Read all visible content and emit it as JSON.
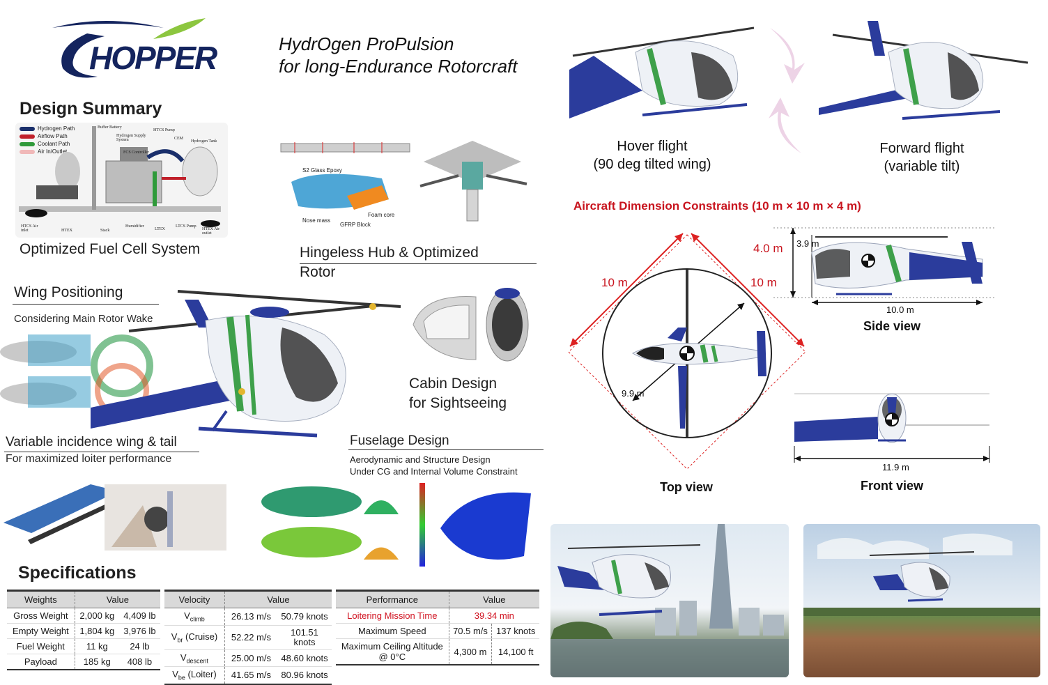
{
  "brand": {
    "logo_text": "HOPPER"
  },
  "header": {
    "title_line1": "HydrOgen ProPulsion",
    "title_line2": "for long-Endurance Rotorcraft"
  },
  "sections": {
    "design_summary": "Design Summary",
    "fuel_cell": "Optimized Fuel Cell System",
    "hub_line1": "Hingeless Hub & Optimized",
    "hub_line2": "Rotor",
    "wing_pos": "Wing Positioning",
    "wing_pos_sub": "Considering Main Rotor Wake",
    "cabin_line1": "Cabin Design",
    "cabin_line2": "for Sightseeing",
    "variable_wing": "Variable incidence wing & tail",
    "variable_wing_sub": "For maximized loiter performance",
    "fuselage": "Fuselage Design",
    "fuselage_sub1": "Aerodynamic and Structure Design",
    "fuselage_sub2": "Under CG and Internal Volume Constraint",
    "specifications": "Specifications"
  },
  "fuel_cell_legend": [
    "Hydrogen Path",
    "Airflow Path",
    "Coolant Path",
    "Air In/Outlet"
  ],
  "fuel_cell_legend_colors": [
    "#1a2f6b",
    "#c0202a",
    "#2f9a3a",
    "#f0b8b8"
  ],
  "fuel_cell_parts": [
    "Buffer Battery",
    "Hydrogen Supply System",
    "FCS Controller",
    "HTCS Pump",
    "CEM",
    "Hydrogen Tank",
    "Humidifier",
    "Stack",
    "HTEX",
    "LTEX",
    "LTCS Pump",
    "HTCS Air inlet",
    "HTEX Air outlet"
  ],
  "rotor_labels": [
    "S2 Glass Epoxy",
    "Foam core",
    "GFRP Block",
    "Nose mass"
  ],
  "flight_modes": {
    "hover_line1": "Hover flight",
    "hover_line2": "(90 deg tilted wing)",
    "forward_line1": "Forward flight",
    "forward_line2": "(variable tilt)"
  },
  "dimensions": {
    "title": "Aircraft Dimension Constraints (10 m × 10 m × 4 m)",
    "top_left": "10 m",
    "top_right": "10 m",
    "rotor_dia": "9.9 m",
    "height": "4.0 m",
    "side_height": "3.9 m",
    "side_length": "10.0 m",
    "front_span": "11.9 m",
    "top_view": "Top view",
    "side_view": "Side view",
    "front_view": "Front view"
  },
  "weights_table": {
    "headers": [
      "Weights",
      "Value"
    ],
    "rows": [
      [
        "Gross Weight",
        "2,000 kg",
        "4,409 lb"
      ],
      [
        "Empty Weight",
        "1,804 kg",
        "3,976 lb"
      ],
      [
        "Fuel Weight",
        "11 kg",
        "24 lb"
      ],
      [
        "Payload",
        "185 kg",
        "408 lb"
      ]
    ]
  },
  "velocity_table": {
    "headers": [
      "Velocity",
      "Value"
    ],
    "rows": [
      [
        "V",
        "climb",
        "",
        "26.13 m/s",
        "50.79 knots"
      ],
      [
        "V",
        "br",
        " (Cruise)",
        "52.22 m/s",
        "101.51 knots"
      ],
      [
        "V",
        "descent",
        "",
        "25.00 m/s",
        "48.60 knots"
      ],
      [
        "V",
        "be",
        " (Loiter)",
        "41.65 m/s",
        "80.96 knots"
      ]
    ]
  },
  "performance_table": {
    "headers": [
      "Performance",
      "Value"
    ],
    "loiter": [
      "Loitering Mission Time",
      "39.34 min"
    ],
    "max_speed": [
      "Maximum Speed",
      "70.5 m/s",
      "137 knots"
    ],
    "ceiling_line1": "Maximum Ceiling Altitude",
    "ceiling_line2": "@ 0°C",
    "ceiling_values": [
      "4,300 m",
      "14,100 ft"
    ]
  },
  "colors": {
    "accent_red": "#c8141e",
    "body_blue": "#2b3c9c",
    "stripe_green": "#3ea04a",
    "logo_navy": "#14245e",
    "logo_green": "#8cc63f"
  }
}
